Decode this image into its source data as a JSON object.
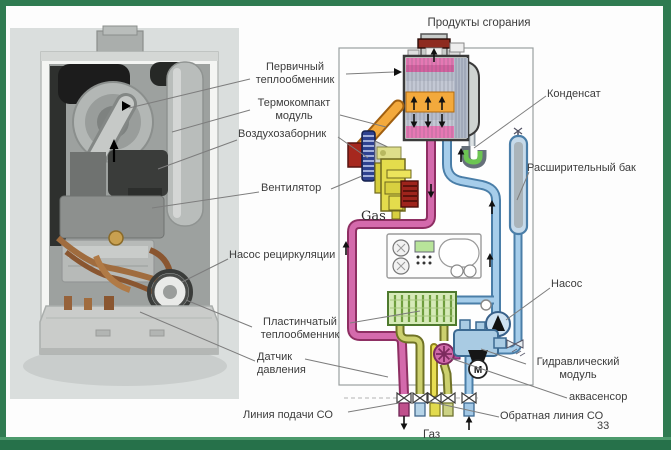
{
  "colors": {
    "border_green": "#2f7b51",
    "pipe_hot_pink": "#d46aac",
    "pipe_cold_blue": "#a6cdea",
    "pipe_dhw_olive": "#ccd06e",
    "pipe_gas_yellow": "#e8de52",
    "burner_orange": "#f3a93c",
    "plate_hx_green": "#d6eab8",
    "condensate_green": "#6cc552",
    "fan_blue": "#2e4190",
    "burner_control_red": "#a6281e"
  },
  "labels": {
    "flue_products": "Продукты сгорания",
    "primary_hx": {
      "line1": "Первичный",
      "line2": "теплообменник"
    },
    "thermo_module": {
      "line1": "Термокомпакт",
      "line2": "модуль"
    },
    "air_intake": "Воздухозаборник",
    "fan": "Вентилятор",
    "gas_valve": "Gas",
    "recirc_pump": "Насос рециркуляции",
    "plate_hx": {
      "line1": "Пластинчатый",
      "line2": "теплообменник"
    },
    "pressure_sensor": {
      "line1": "Датчик",
      "line2": "давления"
    },
    "supply_line": "Линия подачи СО",
    "gas_bottom": "Газ",
    "return_line": "Обратная линия СО",
    "figure_number": "33",
    "aquasensor": "аквасенсор",
    "hydraulic_module": {
      "line1": "Гидравлический",
      "line2": "модуль"
    },
    "pump": "Насос",
    "expansion_tank": "Расширительный бак",
    "condensate": "Конденсат",
    "motor": "M"
  }
}
